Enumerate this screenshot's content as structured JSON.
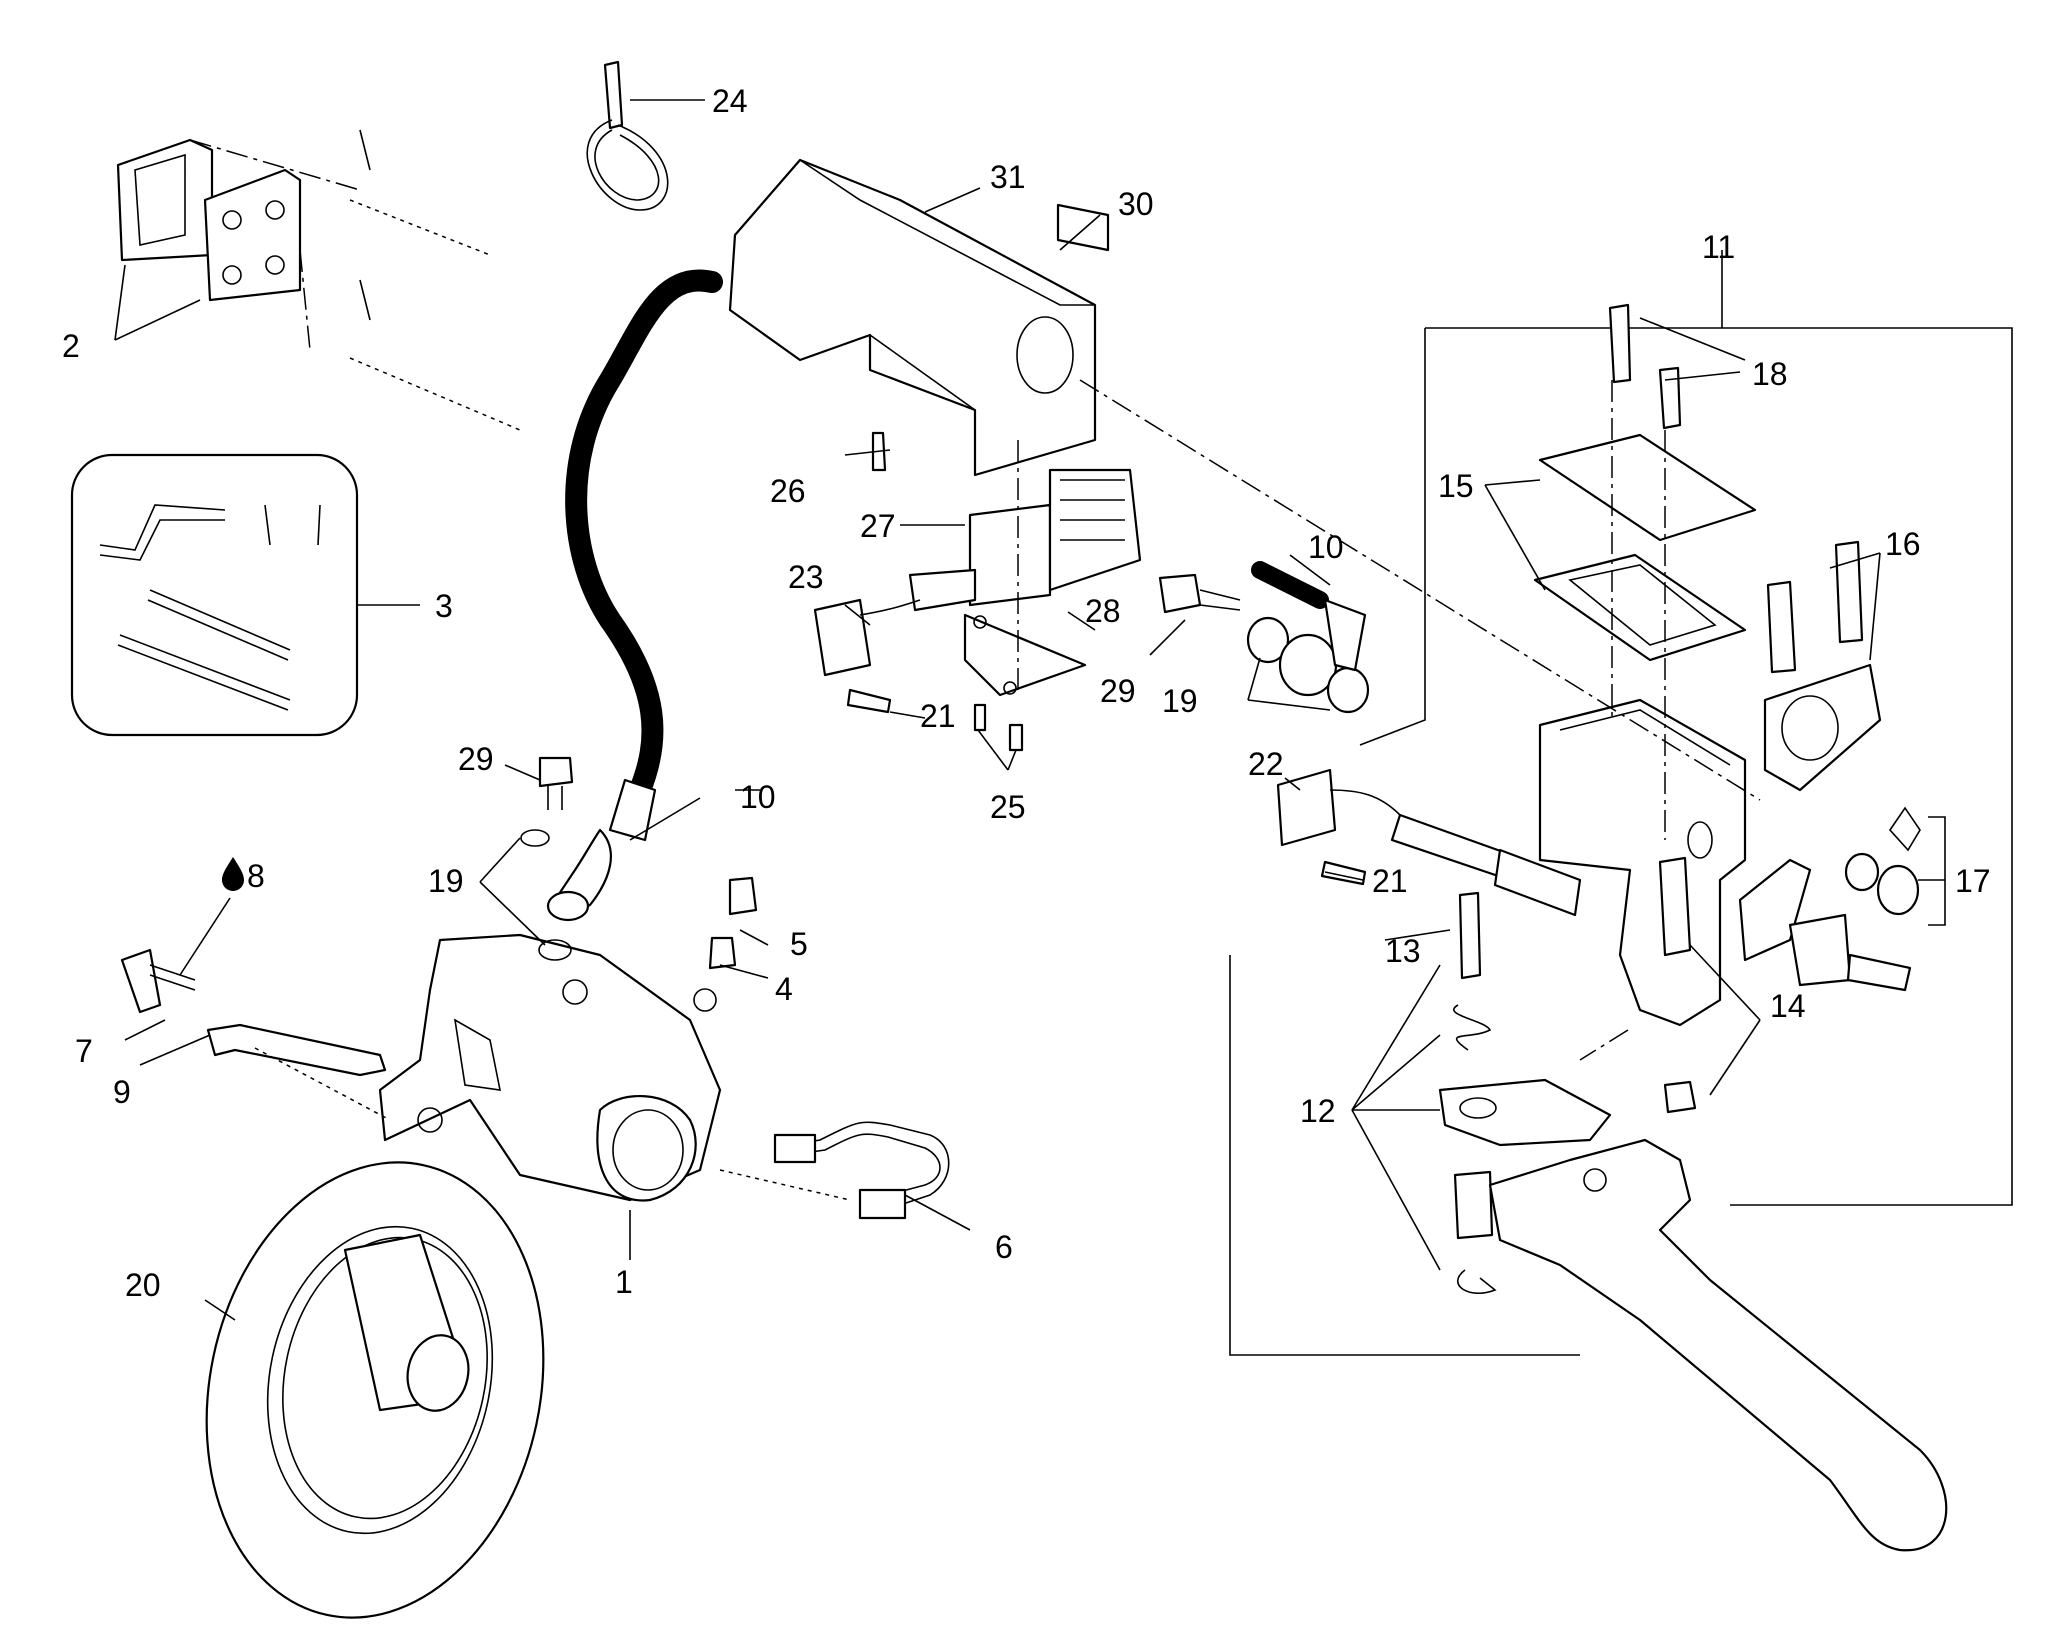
{
  "callouts": {
    "c1": "1",
    "c2": "2",
    "c3": "3",
    "c4": "4",
    "c5": "5",
    "c6": "6",
    "c7": "7",
    "c8": "8",
    "c9": "9",
    "c10a": "10",
    "c10b": "10",
    "c11": "11",
    "c12": "12",
    "c13": "13",
    "c14": "14",
    "c15": "15",
    "c16": "16",
    "c17": "17",
    "c18": "18",
    "c19a": "19",
    "c19b": "19",
    "c20": "20",
    "c21a": "21",
    "c21b": "21",
    "c22": "22",
    "c23": "23",
    "c24": "24",
    "c25": "25",
    "c26": "26",
    "c27": "27",
    "c28": "28",
    "c29a": "29",
    "c29b": "29",
    "c30": "30",
    "c31": "31"
  },
  "icons": {
    "oil_drop": "oil-drop-icon"
  }
}
